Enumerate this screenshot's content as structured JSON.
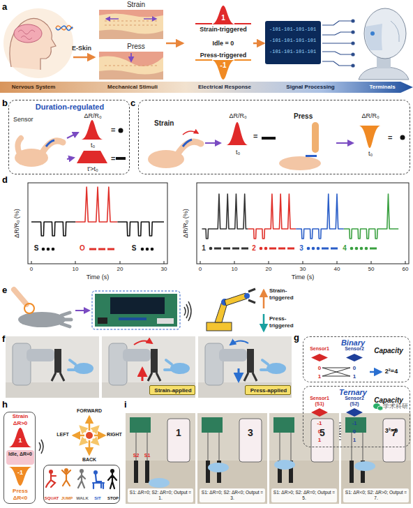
{
  "diagram": {
    "nodes": [
      {
        "text": [
          "1"
        ]
      },
      {
        "text": [
          "-1"
        ]
      },
      {
        "text": [
          "Nervous System",
          "Mechanical Stimuli",
          "Electrical Response",
          "Signal Processing",
          "Terminals"
        ]
      },
      {
        "text": [
          "Duration-regulated",
          "Sensor",
          "ΔR/R₀",
          "t₀",
          "=",
          "t'>t₀",
          "="
        ]
      },
      {
        "text": [
          "Strain",
          "ΔR/R₀",
          "t₀",
          "=",
          "Press",
          "ΔR/R₀",
          "t₀",
          "="
        ]
      },
      {
        "text": [
          "Strain-applied"
        ]
      },
      {
        "text": [
          "Press-applied"
        ]
      },
      {
        "text": [
          "Binary",
          "Capacity",
          "0",
          "1",
          "0",
          "1",
          "2²=4"
        ]
      },
      {
        "text": [
          "Sensor1"
        ],
        "in": 7
      },
      {
        "text": [
          "Sensor2"
        ],
        "in": 7
      },
      {
        "text": [
          "Ternary",
          "Capacity",
          "-1",
          "0",
          "1",
          "-1",
          "0",
          "1",
          "3²=9"
        ]
      },
      {
        "text": [
          "Sensor1",
          "(S1)"
        ],
        "in": 10
      },
      {
        "text": [
          "Sensor2",
          "(S2)"
        ],
        "in": 10
      },
      {
        "text": [
          "Strain ΔR>0",
          "Press ΔR<0"
        ]
      },
      {
        "text": [
          "1"
        ],
        "in": 13
      },
      {
        "text": [
          "Idle, ΔR=0"
        ],
        "in": 13
      },
      {
        "text": [
          "-1"
        ],
        "in": 13
      },
      {
        "text": [
          "SQUAT",
          "JUMP",
          "WALK",
          "SIT",
          "STOP"
        ]
      },
      {
        "text": [
          "S1: ΔR=0; S2: ΔR=0; Output = 1."
        ]
      },
      {
        "text": [
          "S1: ΔR=0; S2: ΔR<0; Output = 3."
        ]
      },
      {
        "text": [
          "S1: ΔR>0; S2: ΔR=0; Output = 5."
        ]
      },
      {
        "text": [
          "S1: ΔR<0; S2: ΔR>0; Output = 7."
        ]
      }
    ],
    "labels": [
      "a",
      "E-Skin",
      "Strain",
      "Press",
      "Strain-triggered",
      "Idle = 0",
      "Press-triggered",
      "-101-101-101-101",
      "-101-101-101-101",
      "-101-101-101-101",
      "b",
      "c",
      "d",
      "ΔR/R₀ (%)",
      "0",
      "10",
      "20",
      "30",
      "Time (s)",
      "S",
      "O",
      "S",
      "ΔR/R₀ (%)",
      "0",
      "10",
      "20",
      "30",
      "40",
      "50",
      "60",
      "Time (s)",
      "1",
      "2",
      "3",
      "4",
      "e",
      "Strain-triggered",
      "Press-triggered",
      "f",
      "g",
      "h",
      "FORWARD",
      "LEFT",
      "RIGHT",
      "BACK",
      "i",
      "S2",
      "S1",
      "1",
      "3",
      "5",
      "7",
      "学术科研"
    ]
  }
}
